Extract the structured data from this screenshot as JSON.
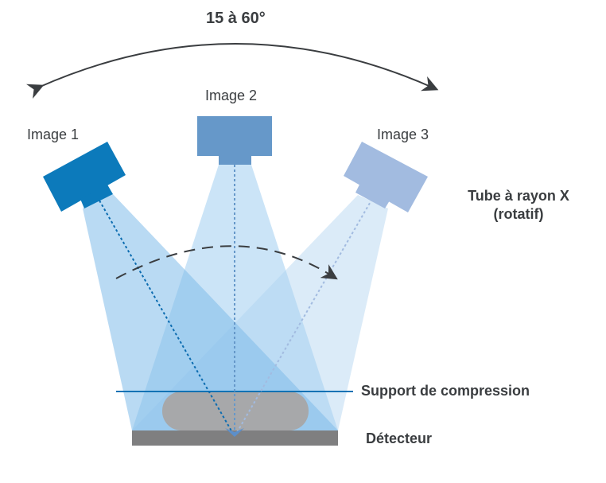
{
  "angle_label": "15 à 60°",
  "images": [
    "Image 1",
    "Image 2",
    "Image 3"
  ],
  "tube_label": [
    "Tube à rayon X",
    "(rotatif)"
  ],
  "support_label": "Support de compression",
  "detector_label": "Détecteur",
  "colors": {
    "tube1": "#0c7abb",
    "tube2": "#6698c9",
    "tube3": "#a2bbe0",
    "support_line": "#0f72b4",
    "breast": "#a7a8aa",
    "detector": "#7f7f80",
    "text": "#3a3d40"
  }
}
